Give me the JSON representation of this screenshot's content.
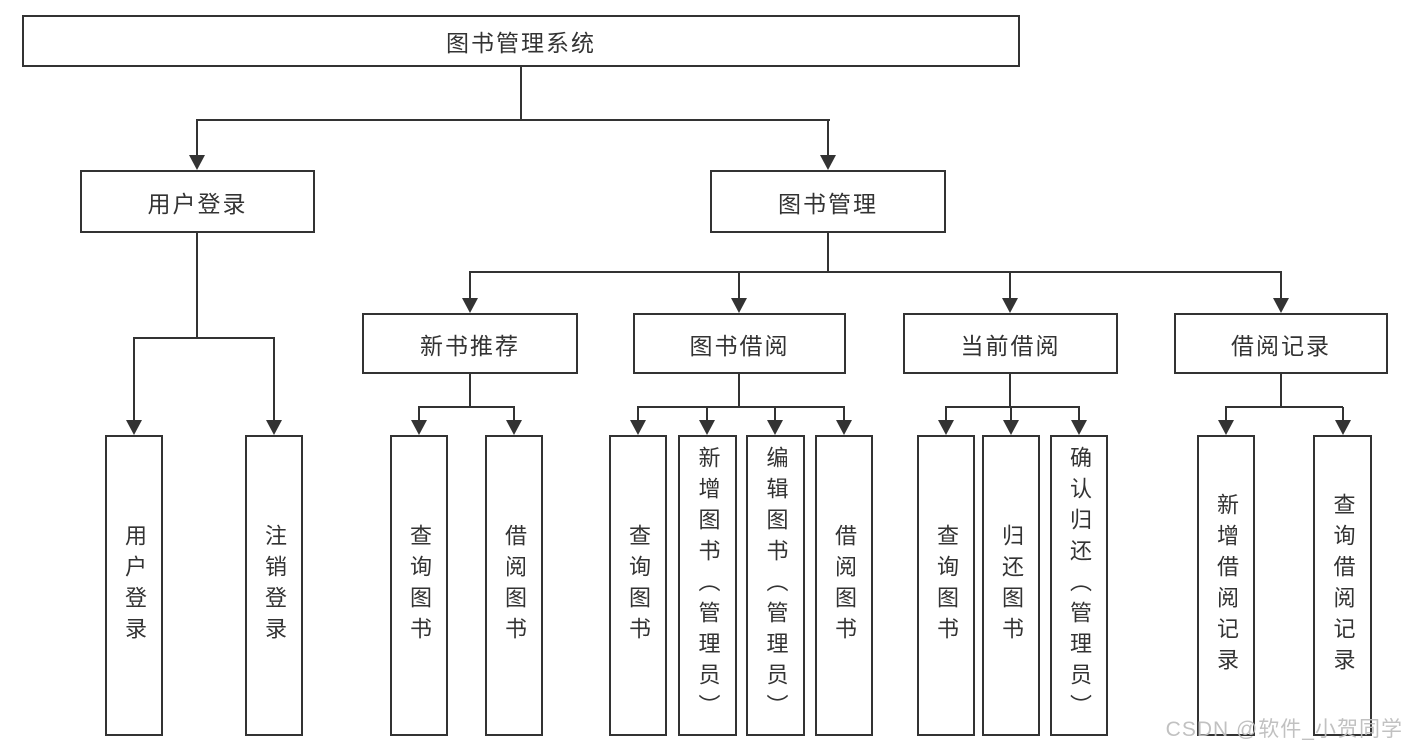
{
  "diagram": {
    "root": "图书管理系统",
    "level2": [
      {
        "label": "用户登录",
        "children": [
          {
            "label": "用户登录"
          },
          {
            "label": "注销登录"
          }
        ]
      },
      {
        "label": "图书管理",
        "children": [
          {
            "label": "新书推荐",
            "children": [
              {
                "label": "查询图书"
              },
              {
                "label": "借阅图书"
              }
            ]
          },
          {
            "label": "图书借阅",
            "children": [
              {
                "label": "查询图书"
              },
              {
                "label": "新增图书（管理员）"
              },
              {
                "label": "编辑图书（管理员）"
              },
              {
                "label": "借阅图书"
              }
            ]
          },
          {
            "label": "当前借阅",
            "children": [
              {
                "label": "查询图书"
              },
              {
                "label": "归还图书"
              },
              {
                "label": "确认归还（管理员）"
              }
            ]
          },
          {
            "label": "借阅记录",
            "children": [
              {
                "label": "新增借阅记录"
              },
              {
                "label": "查询借阅记录"
              }
            ]
          }
        ]
      }
    ]
  },
  "watermark": {
    "text": "CSDN @软件_小贺同学"
  },
  "colors": {
    "line": "#333333",
    "text": "#333333",
    "watermark": "#bebebe",
    "background": "#ffffff"
  }
}
